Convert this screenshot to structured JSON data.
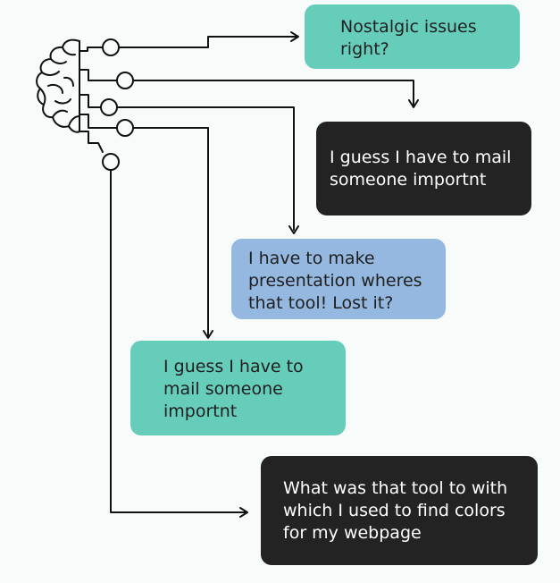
{
  "colors": {
    "teal": "#66cdba",
    "dark": "#232323",
    "blue": "#94b8df",
    "line": "#111111",
    "background": "#f7fbfa"
  },
  "icons": [
    "brain-icon",
    "arrow-right-icon",
    "arrow-down-icon"
  ],
  "bubbles": [
    {
      "text": "Nostalgic issues right?",
      "color": "teal"
    },
    {
      "text": "I guess I have to mail someone importnt",
      "color": "dark"
    },
    {
      "text": "I have to make presentation wheres that tool! Lost it?",
      "color": "blue"
    },
    {
      "text": "I guess I have to mail someone importnt",
      "color": "teal"
    },
    {
      "text": "What was that tool to with which I used to find colors for my webpage",
      "color": "dark"
    }
  ]
}
